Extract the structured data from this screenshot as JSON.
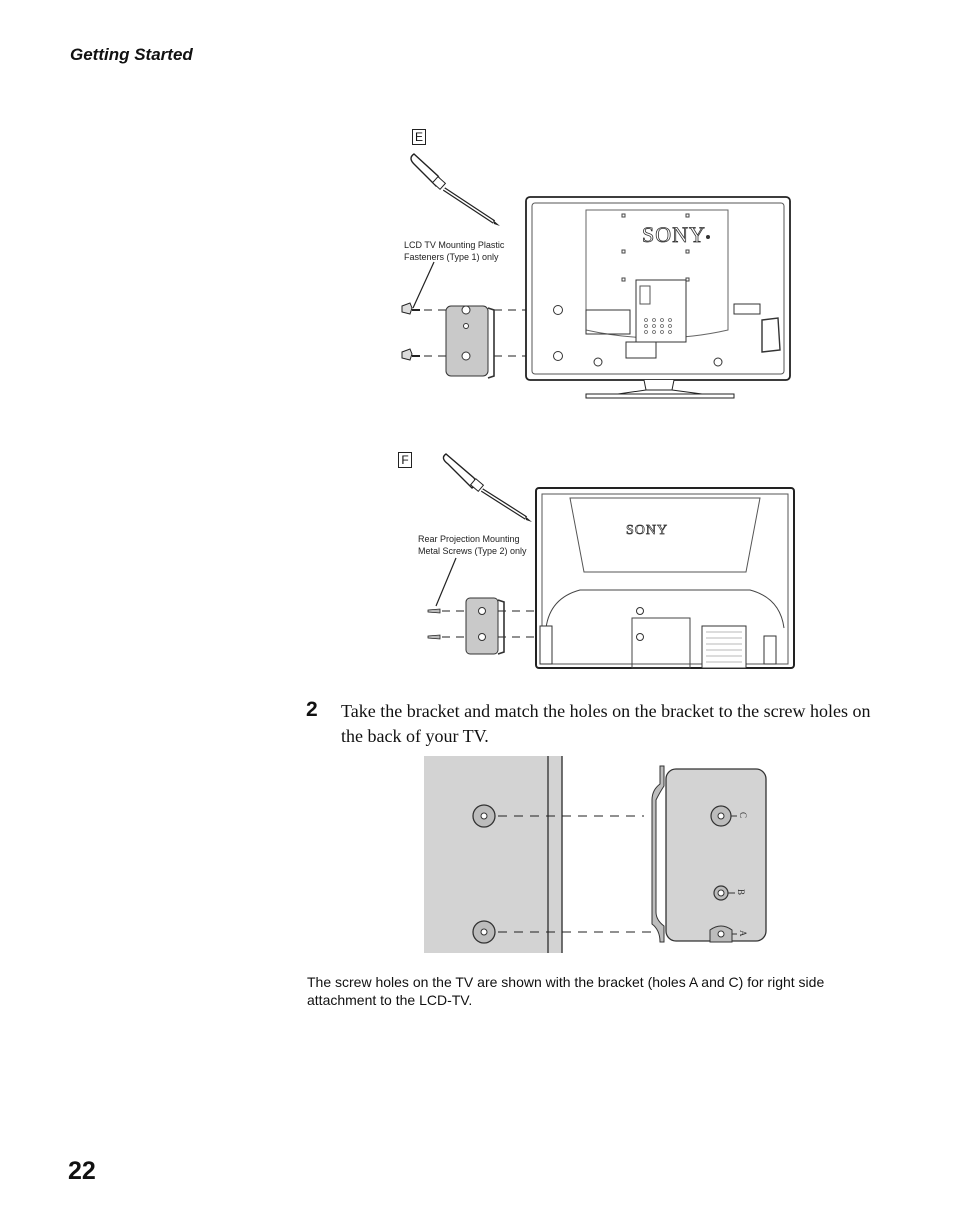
{
  "header": {
    "section": "Getting Started"
  },
  "figure_e": {
    "label": "E",
    "callout": [
      "LCD TV Mounting Plastic",
      "Fasteners (Type 1) only"
    ],
    "brand": "SONY"
  },
  "figure_f": {
    "label": "F",
    "callout": [
      "Rear Projection Mounting",
      "Metal Screws (Type 2) only"
    ],
    "brand": "SONY"
  },
  "step": {
    "number": "2",
    "text": "Take the bracket and match the holes on the bracket to the screw holes on the back of your TV."
  },
  "figure_bracket": {
    "hole_labels": [
      "C",
      "B",
      "A"
    ]
  },
  "caption": "The screw holes on the TV are shown with the bracket (holes A and C) for right side attachment to the LCD-TV.",
  "page_number": "22"
}
